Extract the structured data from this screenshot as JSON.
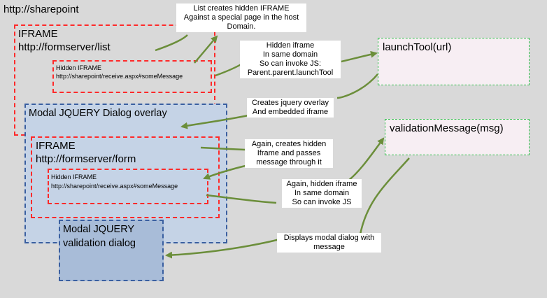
{
  "host_label": "http://sharepoint",
  "iframe_list": {
    "title": "IFRAME",
    "url": "http://formserver/list"
  },
  "hidden_iframe_list": {
    "title": "Hidden IFRAME",
    "url": "http://sharepoint/receive.aspx#someMessage"
  },
  "modal_overlay": {
    "title": "Modal JQUERY Dialog overlay"
  },
  "iframe_form": {
    "title": "IFRAME",
    "url": "http://formserver/form"
  },
  "hidden_iframe_form": {
    "title": "Hidden IFRAME",
    "url": "http://sharepoint/receive.aspx#someMessage"
  },
  "validation_dialog": {
    "line1": "Modal JQUERY",
    "line2": "validation dialog"
  },
  "functions": {
    "launch_tool": "launchTool(url)",
    "validation_message": "validationMessage(msg)"
  },
  "callouts": {
    "list_creates": "List creates hidden IFRAME\nAgainst a special page in the host\nDomain.",
    "hidden_same_domain": "Hidden iframe\nIn same domain\nSo can invoke JS:\nParent.parent.launchTool",
    "creates_overlay": "Creates jquery overlay\nAnd embedded iframe",
    "again_creates": "Again, creates hidden\nIframe and passes\nmessage through it",
    "again_hidden": "Again, hidden iframe\nIn same domain\nSo can invoke JS",
    "displays_modal": "Displays modal dialog with\nmessage"
  },
  "colors": {
    "background": "#d9d9d9",
    "red_dash": "#ff2a2a",
    "green_dash": "#2fbf4a",
    "arrow_green": "#6b8e3a",
    "overlay_fill": "#c5d3e6",
    "overlay_border": "#3a5fa0",
    "dialog_fill": "#a8bcd8"
  }
}
